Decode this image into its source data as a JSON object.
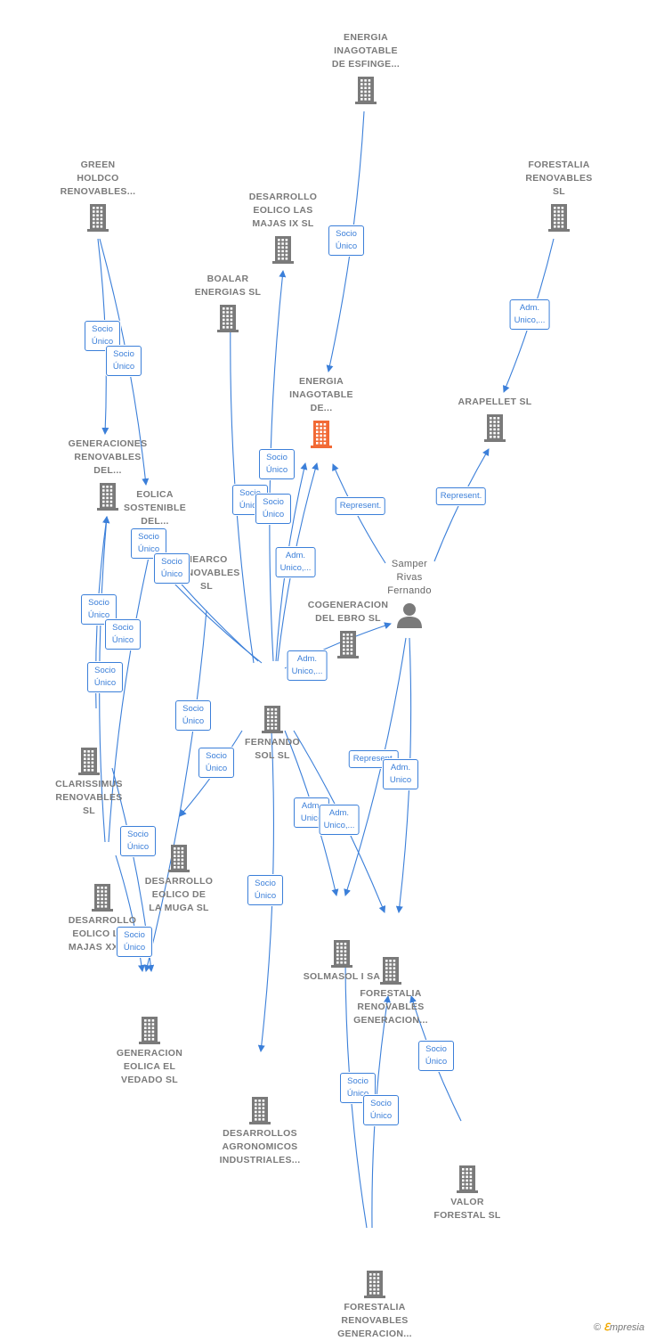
{
  "nodes": [
    {
      "id": "esfinge",
      "label": "ENERGIA\nINAGOTABLE\nDE ESFINGE...",
      "type": "company"
    },
    {
      "id": "green",
      "label": "GREEN\nHOLDCO\nRENOVABLES...",
      "type": "company"
    },
    {
      "id": "forestalia_sl",
      "label": "FORESTALIA\nRENOVABLES\nSL",
      "type": "company"
    },
    {
      "id": "majas_ix",
      "label": "DESARROLLO\nEOLICO LAS\nMAJAS IX  SL",
      "type": "company"
    },
    {
      "id": "boalar",
      "label": "BOALAR\nENERGIAS  SL",
      "type": "company"
    },
    {
      "id": "energia_de",
      "label": "ENERGIA\nINAGOTABLE\nDE...",
      "type": "company",
      "highlight": true
    },
    {
      "id": "arapellet",
      "label": "ARAPELLET  SL",
      "type": "company"
    },
    {
      "id": "generaciones",
      "label": "GENERACIONES\nRENOVABLES\nDEL...",
      "type": "company"
    },
    {
      "id": "eolica_sost",
      "label": "EOLICA\nSOSTENIBLE\nDEL...",
      "type": "company"
    },
    {
      "id": "nearco",
      "label": "NEARCO\nRENOVABLES\nSL",
      "type": "company"
    },
    {
      "id": "samper",
      "label": "Samper\nRivas\nFernando",
      "type": "person"
    },
    {
      "id": "cogeneracion",
      "label": "COGENERACION\nDEL EBRO  SL",
      "type": "company"
    },
    {
      "id": "fernando_sol",
      "label": "FERNANDO\nSOL SL",
      "type": "company"
    },
    {
      "id": "clarissimus",
      "label": "CLARISSIMUS\nRENOVABLES\nSL",
      "type": "company"
    },
    {
      "id": "muga",
      "label": "DESARROLLO\nEOLICO DE\nLA MUGA SL",
      "type": "company"
    },
    {
      "id": "majas_xxvi",
      "label": "DESARROLLO\nEOLICO LAS\nMAJAS XXVI...",
      "type": "company"
    },
    {
      "id": "solmasol",
      "label": "SOLMASOL I SA",
      "type": "company"
    },
    {
      "id": "forestalia_gen1",
      "label": "FORESTALIA\nRENOVABLES\nGENERACION...",
      "type": "company"
    },
    {
      "id": "vedado",
      "label": "GENERACION\nEOLICA EL\nVEDADO SL",
      "type": "company"
    },
    {
      "id": "agronomicos",
      "label": "DESARROLLOS\nAGRONOMICOS\nINDUSTRIALES...",
      "type": "company"
    },
    {
      "id": "valor",
      "label": "VALOR\nFORESTAL SL",
      "type": "company"
    },
    {
      "id": "forestalia_gen2",
      "label": "FORESTALIA\nRENOVABLES\nGENERACION...",
      "type": "company"
    }
  ],
  "edges": [
    {
      "from": "esfinge",
      "to": "energia_de",
      "label": "Socio\nÚnico"
    },
    {
      "from": "forestalia_sl",
      "to": "arapellet",
      "label": "Adm.\nUnico,..."
    },
    {
      "from": "green",
      "to": "generaciones",
      "label": "Socio\nÚnico"
    },
    {
      "from": "green",
      "to": "eolica_sost",
      "label": "Socio\nÚnico"
    },
    {
      "from": "fernando_sol",
      "to": "majas_ix",
      "label": "Socio\nÚnico"
    },
    {
      "from": "fernando_sol",
      "to": "boalar",
      "label": "Socio\nÚnico"
    },
    {
      "from": "fernando_sol",
      "to": "energia_de",
      "label": "Socio\nÚnico"
    },
    {
      "from": "fernando_sol",
      "to": "energia_de",
      "label": "Adm.\nUnico,..."
    },
    {
      "from": "samper",
      "to": "energia_de",
      "label": "Represent."
    },
    {
      "from": "samper",
      "to": "arapellet",
      "label": "Represent."
    },
    {
      "from": "fernando_sol",
      "to": "cogeneracion",
      "label": "Adm.\nUnico,..."
    },
    {
      "from": "fernando_sol",
      "to": "eolica_sost",
      "label": "Socio\nÚnico"
    },
    {
      "from": "fernando_sol",
      "to": "generaciones",
      "label": "Socio\nÚnico"
    },
    {
      "from": "fernando_sol",
      "to": "muga",
      "label": "Socio\nÚnico"
    },
    {
      "from": "fernando_sol",
      "to": "vedado",
      "label": "Socio\nÚnico"
    },
    {
      "from": "clarissimus",
      "to": "generaciones",
      "label": "Socio\nÚnico"
    },
    {
      "from": "clarissimus",
      "to": "vedado",
      "label": "Socio\nÚnico"
    },
    {
      "from": "majas_xxvi",
      "to": "generaciones",
      "label": "Socio\nÚnico"
    },
    {
      "from": "majas_xxvi",
      "to": "eolica_sost",
      "label": "Socio\nÚnico"
    },
    {
      "from": "majas_xxvi",
      "to": "vedado",
      "label": "Socio\nÚnico"
    },
    {
      "from": "fernando_sol",
      "to": "agronomicos",
      "label": "Socio\nÚnico"
    },
    {
      "from": "fernando_sol",
      "to": "solmasol",
      "label": "Adm.\nUnico"
    },
    {
      "from": "fernando_sol",
      "to": "forestalia_gen1",
      "label": "Adm.\nUnico,..."
    },
    {
      "from": "samper",
      "to": "solmasol",
      "label": "Represent."
    },
    {
      "from": "samper",
      "to": "forestalia_gen1",
      "label": "Adm.\nUnico"
    },
    {
      "from": "forestalia_gen2",
      "to": "solmasol",
      "label": "Socio\nÚnico"
    },
    {
      "from": "forestalia_gen2",
      "to": "forestalia_gen1",
      "label": "Socio\nÚnico"
    },
    {
      "from": "valor",
      "to": "forestalia_gen1",
      "label": "Socio\nÚnico"
    }
  ],
  "colors": {
    "edge": "#3b7fd9",
    "node": "#7a7a7a",
    "highlight": "#f26a35"
  },
  "brand": {
    "symbol": "©",
    "e": "ℇ",
    "rest": "mpresia"
  }
}
